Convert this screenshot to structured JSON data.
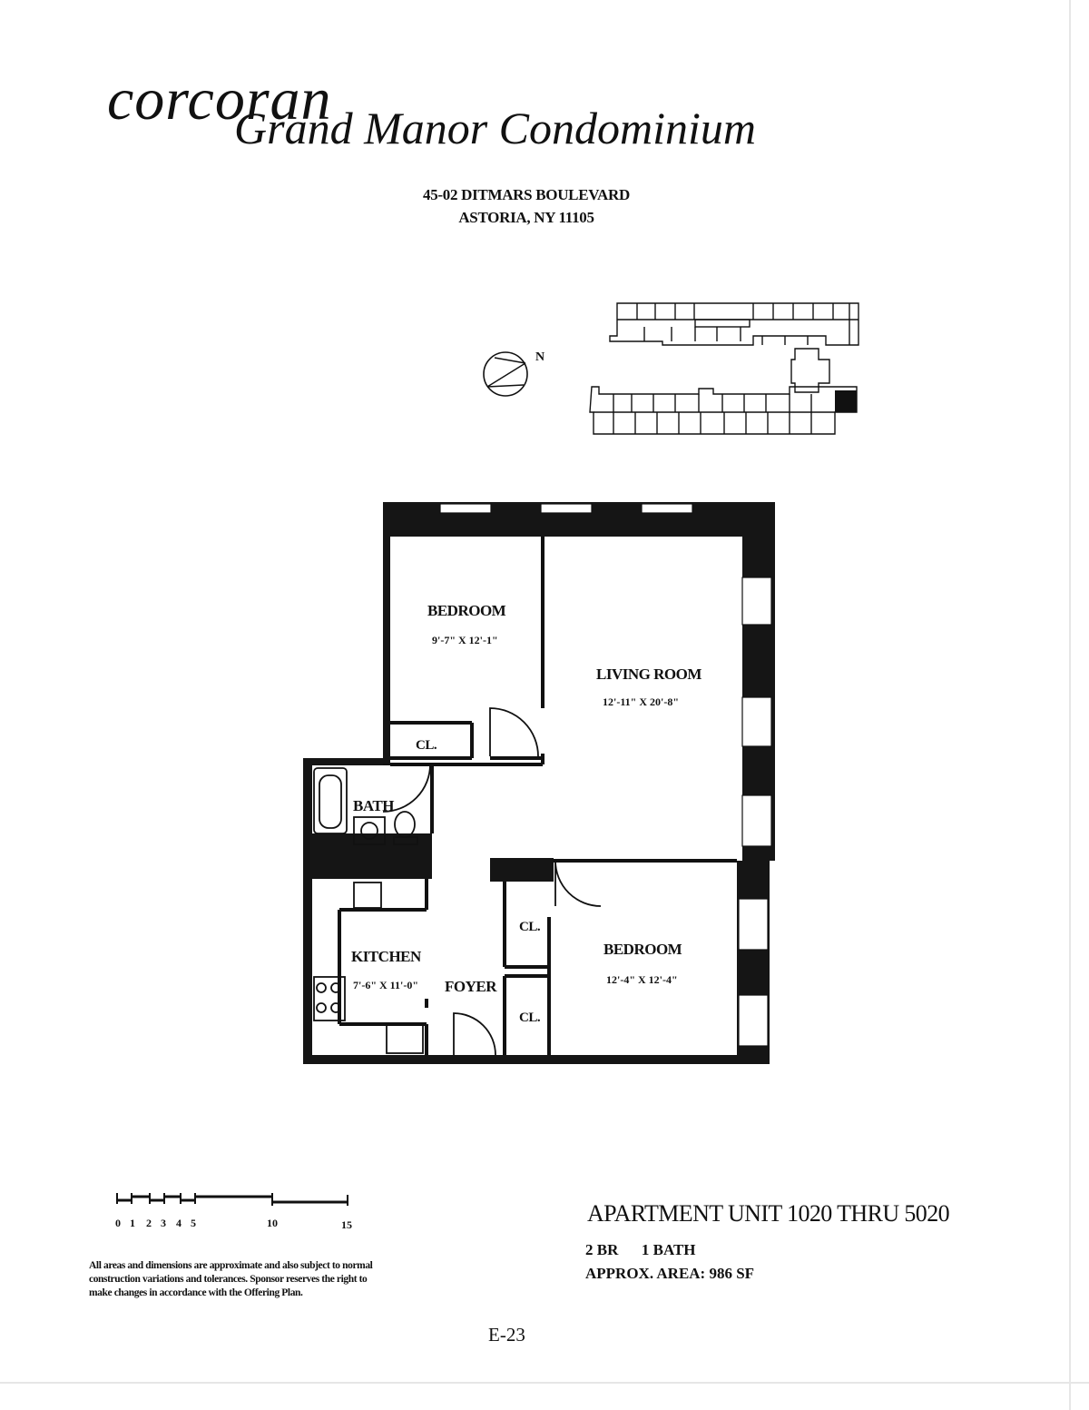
{
  "header": {
    "logo": "corcoran",
    "title": "Grand Manor Condominium",
    "address_line1": "45-02 DITMARS BOULEVARD",
    "address_line2": "ASTORIA, NY  11105"
  },
  "compass": {
    "north_label": "N"
  },
  "rooms": {
    "bedroom1": {
      "label": "BEDROOM",
      "dims": "9'-7\" X 12'-1\""
    },
    "living": {
      "label": "LIVING ROOM",
      "dims": "12'-11\" X 20'-8\""
    },
    "closet1": {
      "label": "CL."
    },
    "bath": {
      "label": "BATH"
    },
    "kitchen": {
      "label": "KITCHEN",
      "dims": "7'-6\" X 11'-0\""
    },
    "foyer": {
      "label": "FOYER"
    },
    "closet2": {
      "label": "CL."
    },
    "closet3": {
      "label": "CL."
    },
    "bedroom2": {
      "label": "BEDROOM",
      "dims": "12'-4\" X 12'-4\""
    }
  },
  "scale": {
    "ticks": [
      "0",
      "1",
      "2",
      "3",
      "4",
      "5",
      "10",
      "15"
    ]
  },
  "unit": {
    "title": "APARTMENT UNIT  1020 THRU 5020",
    "rooms_line": "2 BR      1 BATH",
    "area_line": "APPROX.  AREA:  986 SF"
  },
  "disclaimer": "All areas and dimensions are approximate and also subject to normal construction variations and tolerances. Sponsor reserves the right to make changes in accordance with the Offering Plan.",
  "page_number": "E-23"
}
